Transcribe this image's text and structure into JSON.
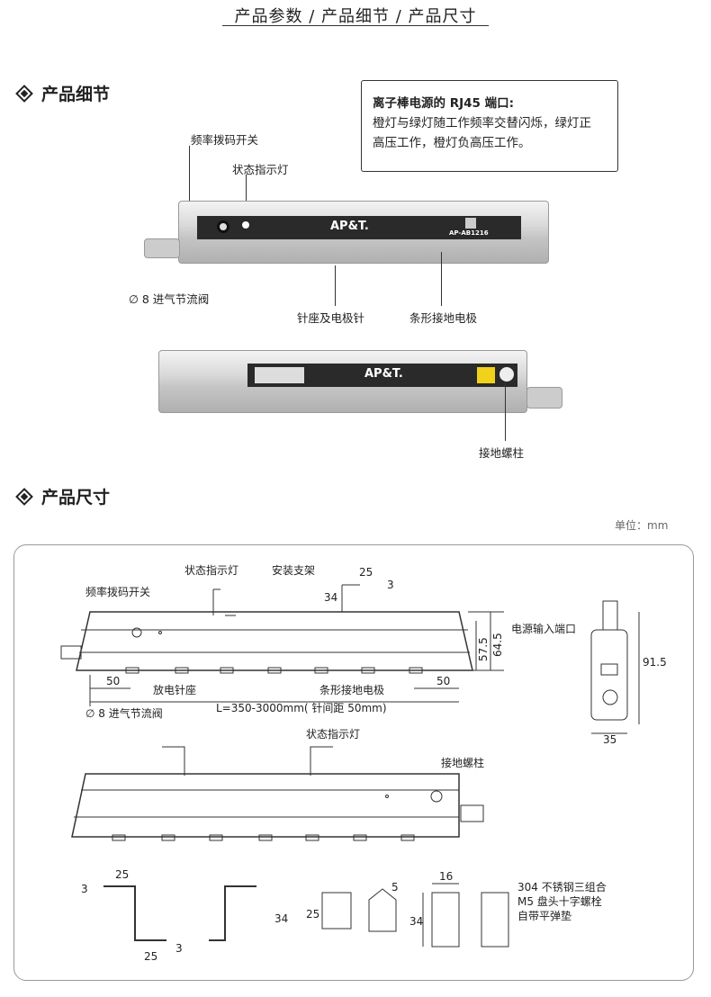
{
  "header": {
    "title": "产品参数 / 产品细节 / 产品尺寸"
  },
  "details": {
    "title": "产品细节",
    "callout": {
      "title": "离子棒电源的 RJ45 端口:",
      "line1": "橙灯与绿灯随工作频率交替闪烁，绿灯正",
      "line2": "高压工作，橙灯负高压工作。"
    },
    "labels": {
      "dip_switch": "频率拨码开关",
      "status_light": "状态指示灯",
      "air_valve": "∅ 8 进气节流阀",
      "needle_seat": "针座及电极针",
      "ground_electrode": "条形接地电极",
      "ground_stud": "接地螺柱"
    },
    "brand": "AP&T.",
    "model": "AP-AB1216"
  },
  "dimensions": {
    "title": "产品尺寸",
    "unit": "单位：mm",
    "front": {
      "status_light": "状态指示灯",
      "bracket": "安装支架",
      "dip_switch": "频率拨码开关",
      "w25": "25",
      "t3": "3",
      "h34": "34",
      "h57": "57.5",
      "h64": "64.5",
      "left50": "50",
      "right50": "50",
      "needle_seat": "放电针座",
      "ground_electrode": "条形接地电极",
      "length": "L=350-3000mm( 针间距 50mm)",
      "air_valve": "∅ 8 进气节流阀"
    },
    "side": {
      "power_port": "电源输入端口",
      "h91": "91.5",
      "w35": "35"
    },
    "back": {
      "status_light": "状态指示灯",
      "ground_stud": "接地螺柱"
    },
    "parts": {
      "a_w25": "25",
      "a_t3": "3",
      "a_w25b": "25",
      "a_t3b": "3",
      "b_h34": "34",
      "c_h25": "25",
      "c_d5": "5",
      "d_w16": "16",
      "d_h34": "34",
      "note1": "304 不锈钢三组合",
      "note2": "M5 盘头十字螺栓",
      "note3": "自带平弹垫"
    }
  }
}
